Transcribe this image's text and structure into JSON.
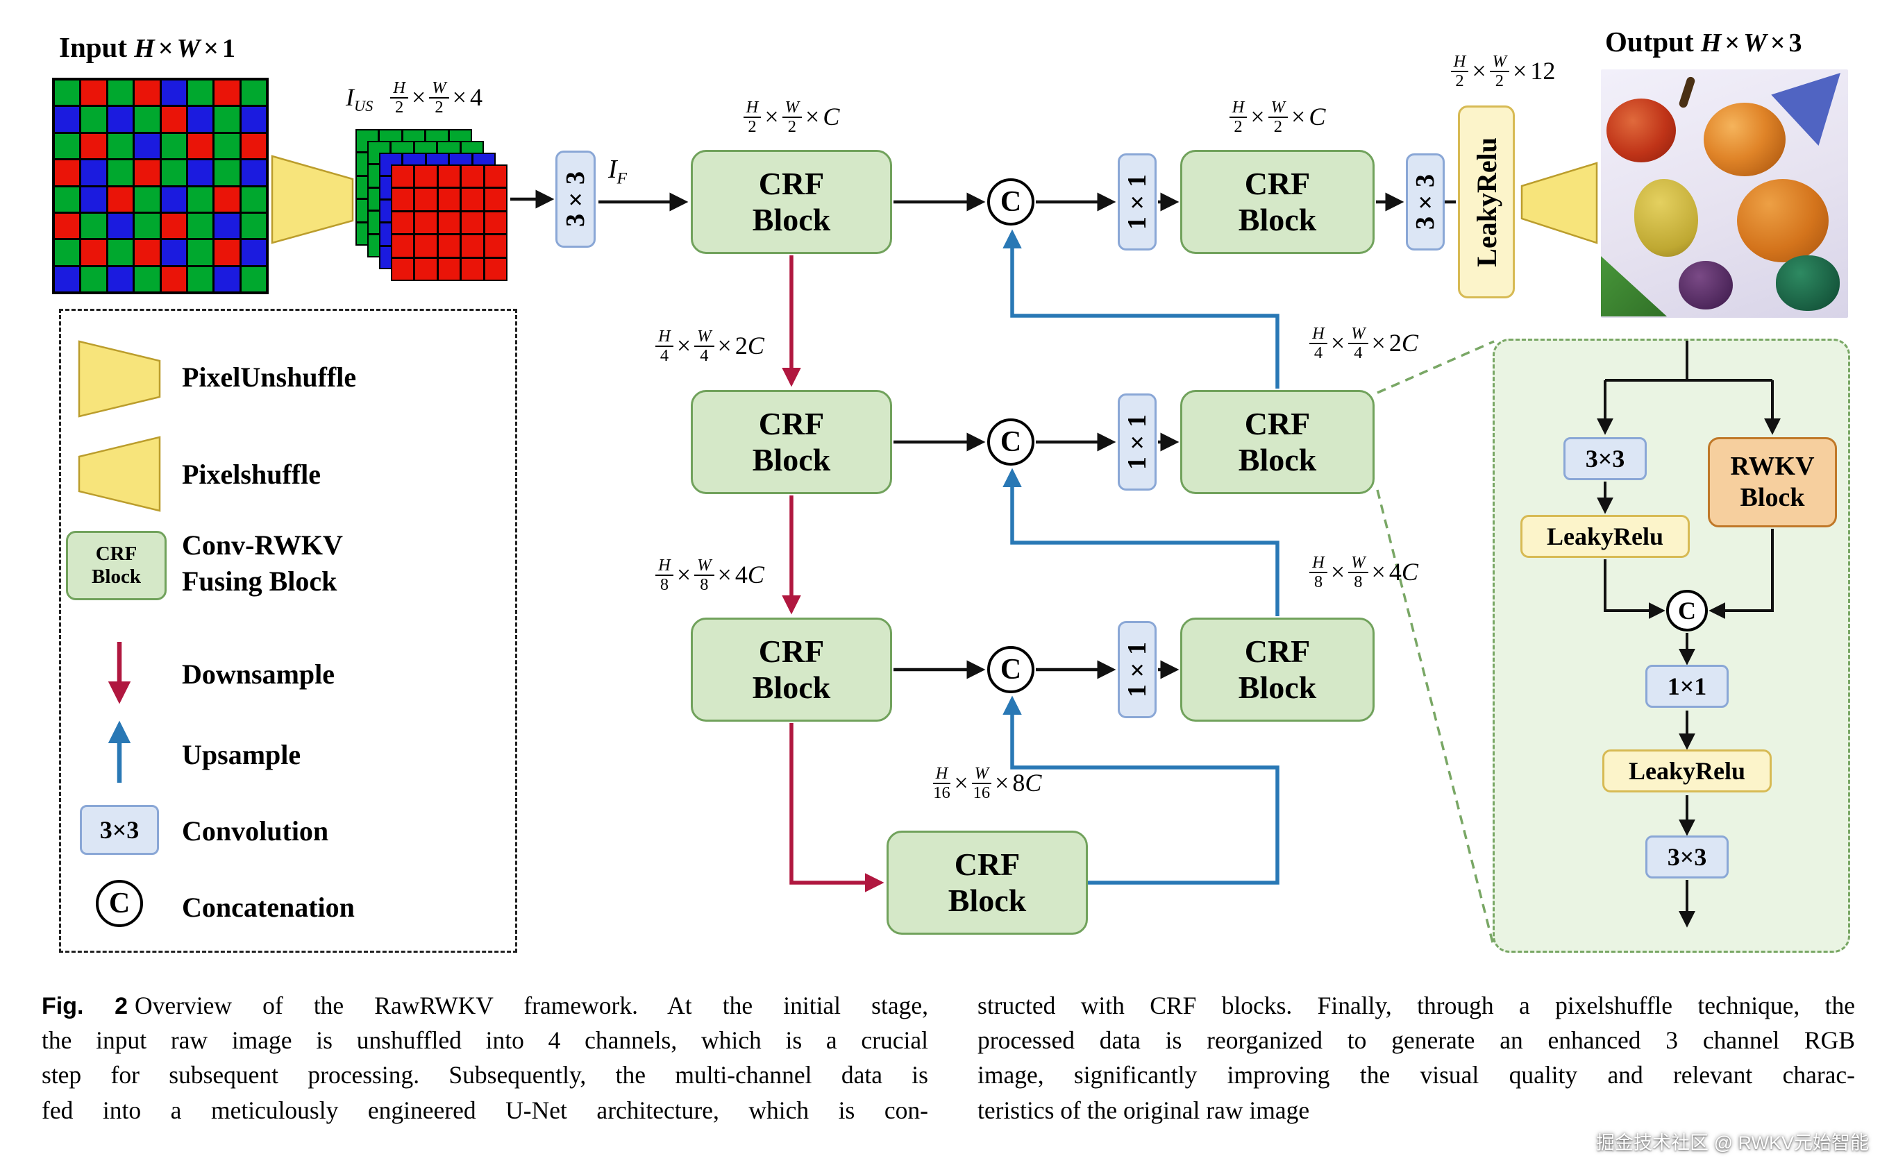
{
  "colors": {
    "bayer": {
      "R": "#ea1408",
      "G": "#00a82e",
      "B": "#1b1bdf"
    },
    "crf_fill": "#d5e8c8",
    "crf_border": "#71a25c",
    "conv_fill": "#dce6f5",
    "conv_border": "#8aa7d6",
    "relu_fill": "#fcf4ca",
    "relu_border": "#d7ba54",
    "rwkv_fill": "#f6cf9e",
    "rwkv_border": "#c07828",
    "trapezoid": "#f7e47b",
    "downsample_arrow": "#b0173f",
    "upsample_arrow": "#2978b5",
    "detail_panel_fill": "#eaf4e3",
    "detail_panel_border": "#79a765"
  },
  "input": {
    "prefix": "Input",
    "dims": "H×W×1",
    "bayer_pattern": [
      "GRGRBGRG",
      "BGBGRBGB",
      "GRGBGRGR",
      "RBGRGBGB",
      "GBRGBGRG",
      "RGBGRGBG",
      "GRGRBGRB",
      "BGBGRGBG"
    ]
  },
  "unshuffle": {
    "var": "I_US",
    "dims": "H/2×W/2×4",
    "layer_colors": [
      "#00a82e",
      "#00a82e",
      "#1b1bdf",
      "#ea1408"
    ]
  },
  "labels": {
    "feat": "I_F",
    "l1": "H/2×W/2×C",
    "l1b": "H/2×W/2×C",
    "l2": "H/4×W/4×2C",
    "l2b": "H/4×W/4×2C",
    "l3": "H/8×W/8×4C",
    "l3b": "H/8×W/8×4C",
    "l4": "H/16×W/16×8C",
    "out": "H/2×W/2×12"
  },
  "blocks": {
    "conv3x3": "3×3",
    "conv1x1": "1×1",
    "crf_line1": "CRF",
    "crf_line2": "Block",
    "concat": "C",
    "leakyrelu": "LeakyRelu",
    "rwkv_line1": "RWKV",
    "rwkv_line2": "Block"
  },
  "output": {
    "prefix": "Output",
    "dims": "H×W×3"
  },
  "legend": {
    "items": [
      {
        "label": "PixelUnshuffle"
      },
      {
        "label": "Pixelshuffle"
      },
      {
        "icon_line1": "CRF",
        "icon_line2": "Block",
        "label_line1": "Conv-RWKV",
        "label_line2": "Fusing Block"
      },
      {
        "label": "Downsample"
      },
      {
        "label": "Upsample"
      },
      {
        "icon_text": "3×3",
        "label": "Convolution"
      },
      {
        "icon_text": "C",
        "label": "Concatenation"
      }
    ]
  },
  "caption": {
    "fig_label": "Fig. 2",
    "col1_lines": [
      "Overview of the RawRWKV framework. At the initial stage,",
      "the input raw image is unshuffled into 4 channels, which is a crucial",
      "step for subsequent processing. Subsequently, the multi-channel data is",
      "fed into a meticulously engineered U-Net architecture, which is con-"
    ],
    "col2_lines": [
      "structed with CRF blocks. Finally, through a pixelshuffle technique, the",
      "processed data is reorganized to generate an enhanced 3 channel RGB",
      "image, significantly improving the visual quality and relevant charac-",
      "teristics of the original raw image"
    ]
  },
  "watermark": "掘金技术社区 @ RWKV元始智能"
}
